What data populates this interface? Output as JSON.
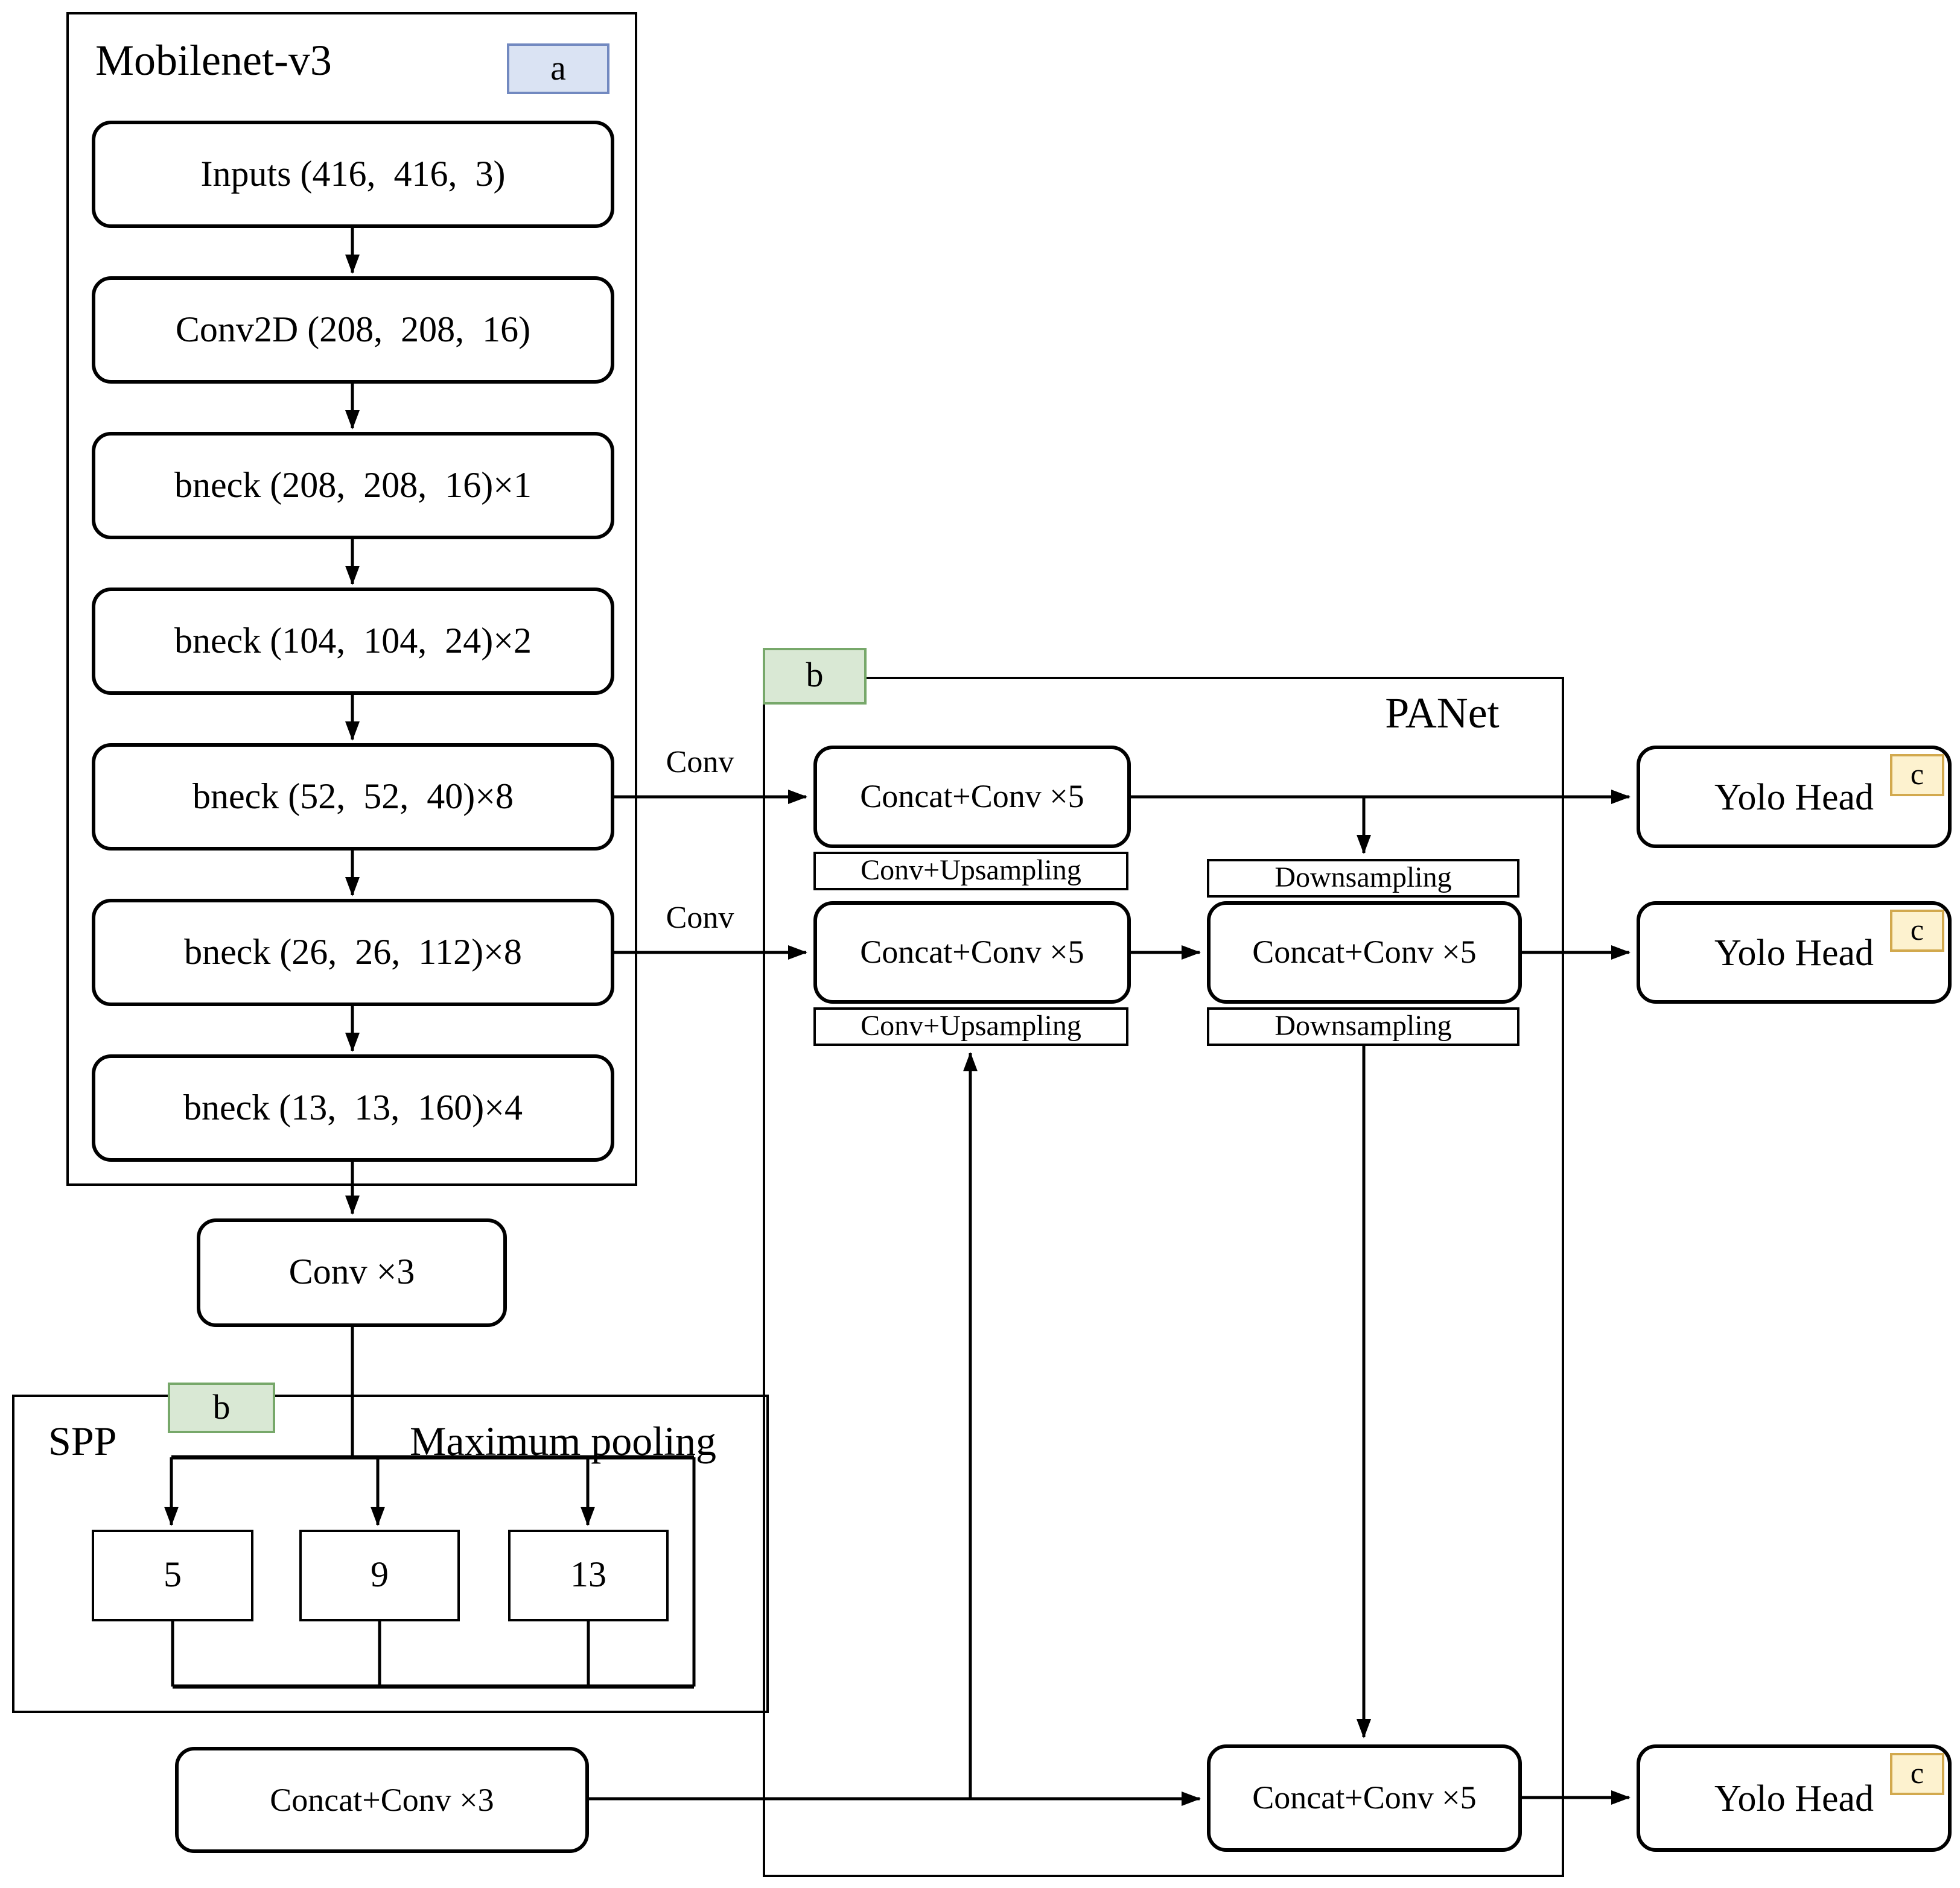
{
  "diagram": {
    "backbone": {
      "title": "Mobilenet-v3",
      "badge": "a",
      "layers": [
        "Inputs (416,  416,  3)",
        "Conv2D (208,  208,  16)",
        "bneck (208,  208,  16)×1",
        "bneck (104,  104,  24)×2",
        "bneck (52,  52,  40)×8",
        "bneck (26,  26,  112)×8",
        "bneck (13,  13,  160)×4"
      ]
    },
    "conv3_label": "Conv ×3",
    "spp": {
      "title": "SPP",
      "badge": "b",
      "subtitle": "Maximum pooling",
      "pools": [
        "5",
        "9",
        "13"
      ]
    },
    "concat_conv3_label": "Concat+Conv ×3",
    "panet": {
      "title": "PANet",
      "badge": "b",
      "concat_conv5": "Concat+Conv ×5",
      "conv_upsampling": "Conv+Upsampling",
      "downsampling": "Downsampling"
    },
    "conv_edge_label": "Conv",
    "yolo_head_label": "Yolo Head",
    "head_badge": "c",
    "colors": {
      "badge_a_fill": "#dae3f3",
      "badge_a_border": "#7289c0",
      "badge_b_fill": "#d9e8d4",
      "badge_b_border": "#77a86a",
      "badge_c_fill": "#fdf2cf",
      "badge_c_border": "#d2a94e",
      "line": "#000000"
    }
  }
}
